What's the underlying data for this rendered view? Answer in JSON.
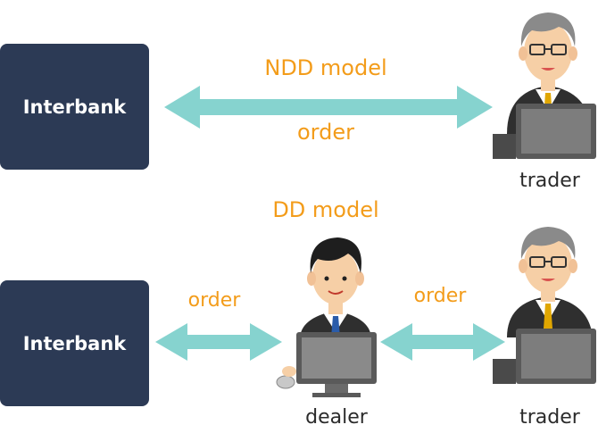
{
  "ndd": {
    "title": "NDD model",
    "interbank_label": "Interbank",
    "order_label": "order",
    "trader_label": "trader"
  },
  "dd": {
    "title": "DD model",
    "interbank_label": "Interbank",
    "order_left_label": "order",
    "order_right_label": "order",
    "dealer_label": "dealer",
    "trader_label": "trader"
  },
  "colors": {
    "box": "#2c3a55",
    "arrow": "#86d3cf",
    "accent": "#f39c1a"
  },
  "icons": {
    "trader": "trader-icon",
    "dealer": "dealer-icon"
  }
}
